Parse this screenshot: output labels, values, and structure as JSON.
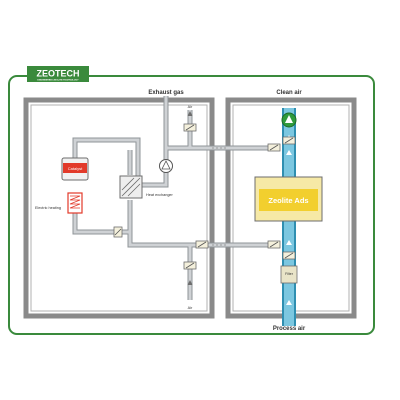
{
  "brand": {
    "name": "ZEOTECH",
    "tagline": "ENGINEERING ZEOLITE TECHNOLOGY",
    "color": "#3a8a3c"
  },
  "labels": {
    "exhaust_gas": "Exhaust gas",
    "clean_air": "Clean air",
    "catalyst": "Catalyst",
    "electric_heating": "Electric heating",
    "heat_exchanger": "Heat exchanger",
    "zeolite_ads": "Zeolite Ads",
    "filter": "Filter",
    "process_air": "Process air",
    "air_top": "Air",
    "air_bottom": "Air"
  },
  "colors": {
    "frame": "#3a8a3c",
    "room_wall": "#8a8a8a",
    "pipe_grey": "#b8bcbf",
    "process_channel": "#4aa9c9",
    "catalyst_red": "#e23a2a",
    "zeolite_yellow": "#f2cf2e",
    "zeolite_fill": "#f6e9a6",
    "fan_green": "#2f9a3c",
    "valve_fill": "#f4f0dc"
  }
}
